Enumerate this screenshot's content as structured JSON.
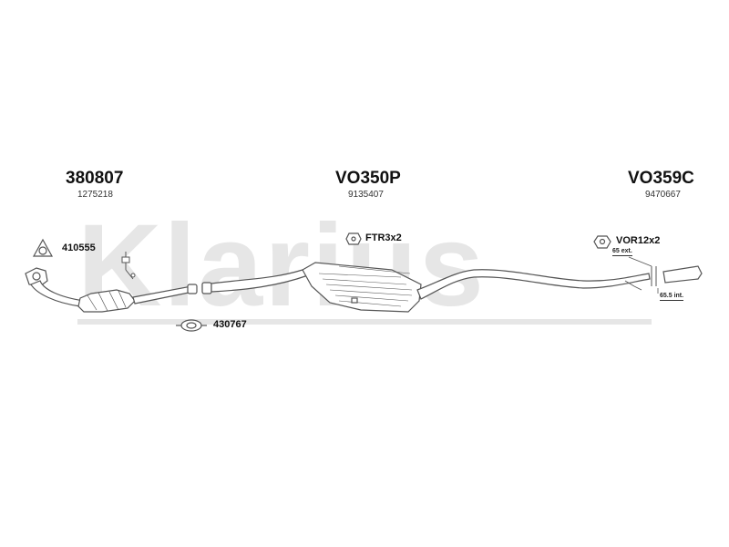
{
  "watermark": {
    "text": "Klarius",
    "color": "#e6e6e6"
  },
  "colors": {
    "line": "#555555",
    "text": "#111111"
  },
  "sections": [
    {
      "code": "380807",
      "oem": "1275218"
    },
    {
      "code": "VO350P",
      "oem": "9135407"
    },
    {
      "code": "VO359C",
      "oem": "9470667"
    }
  ],
  "callouts": {
    "gasket_flange": "410555",
    "clamp": "430767",
    "mount_ftr": "FTR3x2",
    "mount_vor": "VOR12x2"
  },
  "dimensions": {
    "ext": "65 ext.",
    "int": "65.5 int."
  }
}
